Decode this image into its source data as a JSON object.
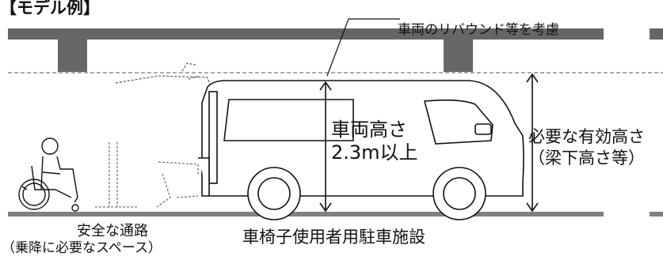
{
  "title": "【モデル例】",
  "callout_note": "車両のリバウンド等を考慮",
  "vehicle_height_label": {
    "line1": "車両高さ",
    "line2": "2.3m以上"
  },
  "required_height_label": {
    "line1": "必要な有効高さ",
    "line2": "（梁下高さ等）"
  },
  "passage_label": {
    "line1": "安全な通路",
    "line2": "（乗降に必要なスペース）"
  },
  "facility_label": "車椅子使用者用駐車施設",
  "colors": {
    "beam": "#666666",
    "floor": "#808080",
    "line": "#111111"
  }
}
